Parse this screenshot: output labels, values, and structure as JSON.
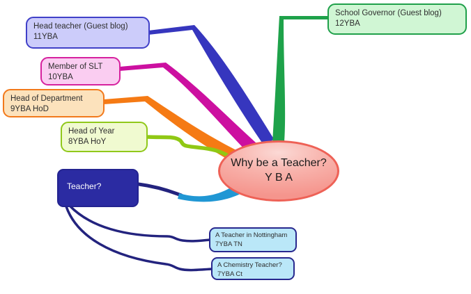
{
  "background": "#FFFFFF",
  "center": {
    "line1": "Why be a Teacher?",
    "line2": "Y B A",
    "fill_top": "#FBD9D5",
    "fill_bottom": "#F5958D",
    "border": "#EE6156",
    "text_color": "#1A1A1A"
  },
  "nodes": [
    {
      "id": "school-governor",
      "line1": "School Governor (Guest blog)",
      "line2": "12YBA",
      "fill": "#D0F6D4",
      "border": "#1FA04A"
    },
    {
      "id": "head-teacher",
      "line1": "Head teacher (Guest blog)",
      "line2": "11YBA",
      "fill": "#CCCCFA",
      "border": "#4040C8"
    },
    {
      "id": "member-of-slt",
      "line1": "Member of SLT",
      "line2": "10YBA",
      "fill": "#FACDF1",
      "border": "#D6219E"
    },
    {
      "id": "head-of-dept",
      "line1": "Head of Department",
      "line2": "9YBA HoD",
      "fill": "#FCE2BC",
      "border": "#F2791B"
    },
    {
      "id": "head-of-year",
      "line1": "Head of Year",
      "line2": "8YBA HoY",
      "fill": "#F0FAD0",
      "border": "#90C81A"
    },
    {
      "id": "teacher",
      "line1": "Teacher?",
      "line2": "",
      "fill": "#2B2BA2",
      "border": "#232390",
      "text_color": "#FFFFFF"
    },
    {
      "id": "teacher-nottingham",
      "line1": "A Teacher in Nottingham",
      "line2": "7YBA TN",
      "fill": "#BAE7F8",
      "border": "#28288E"
    },
    {
      "id": "chemistry-teacher",
      "line1": "A Chemistry Teacher?",
      "line2": "7YBA Ct",
      "fill": "#BAE7F8",
      "border": "#28288E"
    }
  ],
  "branches": {
    "green": "#1EA24A",
    "blue": "#3636BE",
    "magenta": "#CC10A0",
    "orange": "#F57A14",
    "lime": "#90C814",
    "cyan": "#2097D4",
    "navy": "#23237E"
  }
}
